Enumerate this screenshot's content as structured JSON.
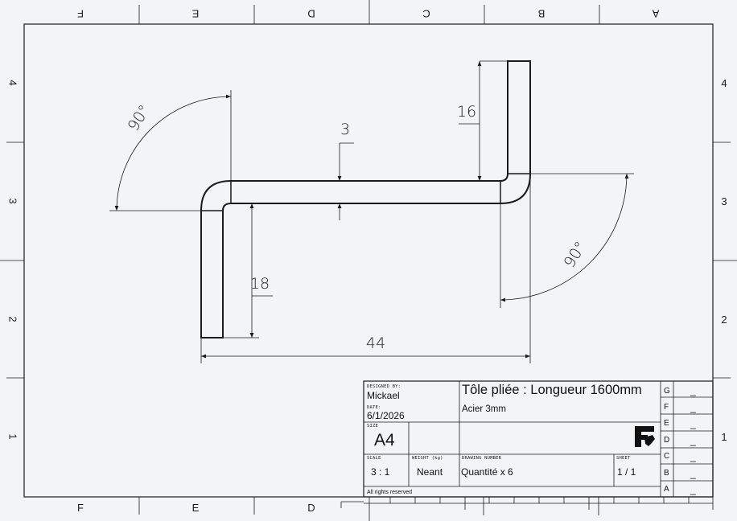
{
  "sheet": {
    "zones_top": [
      "F",
      "E",
      "D",
      "C",
      "B",
      "A"
    ],
    "zones_bottom": [
      "F",
      "E",
      "D"
    ],
    "zones_left": [
      "4",
      "3",
      "2",
      "1"
    ],
    "zones_right": [
      "4",
      "3",
      "2",
      "1"
    ]
  },
  "dimensions": {
    "thickness": "3",
    "right_flange": "16",
    "left_flange": "18",
    "overall_length": "44",
    "angle_left": "90°",
    "angle_right": "90°"
  },
  "title_block": {
    "designed_by_label": "DESIGNED BY:",
    "designed_by": "Mickael",
    "date_label": "DATE:",
    "date": "6/1/2026",
    "title": "Tôle pliée : Longueur 1600mm",
    "subtitle": "Acier 3mm",
    "size_label": "SIZE",
    "size": "A4",
    "scale_label": "SCALE",
    "scale": "3 : 1",
    "weight_label": "WEIGHT (kg)",
    "weight": "Neant",
    "drawing_number_label": "DRAWING NUMBER",
    "drawing_number": "Quantité x 6",
    "sheet_label": "SHEET",
    "sheet": "1 / 1",
    "rights": "All rights reserved",
    "logo": "FreeCAD",
    "revisions": [
      {
        "letter": "G",
        "value": "_"
      },
      {
        "letter": "F",
        "value": "_"
      },
      {
        "letter": "E",
        "value": "_"
      },
      {
        "letter": "D",
        "value": "_"
      },
      {
        "letter": "C",
        "value": "_"
      },
      {
        "letter": "B",
        "value": "_"
      },
      {
        "letter": "A",
        "value": "_"
      }
    ]
  }
}
